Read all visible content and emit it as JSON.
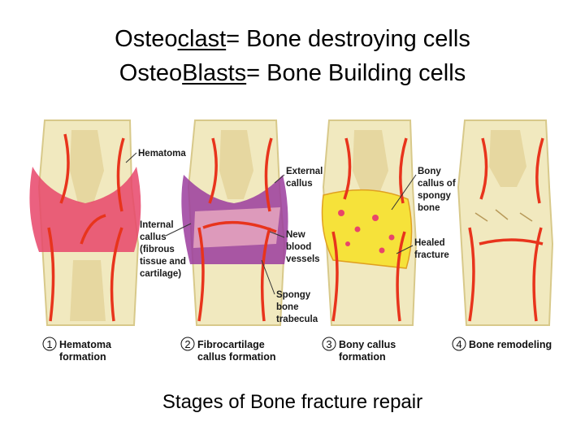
{
  "header": {
    "line1": {
      "a": "Osteo",
      "b": "clast",
      "c": "= Bone destroying cells"
    },
    "line2": {
      "a": "Osteo",
      "b": "Blasts",
      "c": "= Bone Building cells"
    }
  },
  "labels": {
    "hematoma": "Hematoma",
    "external_callus": [
      "External",
      "callus"
    ],
    "internal_callus": [
      "Internal",
      "callus",
      "(fibrous",
      "tissue and",
      "cartilage)"
    ],
    "new_vessels": [
      "New",
      "blood",
      "vessels"
    ],
    "spongy_trabecula": [
      "Spongy",
      "bone",
      "trabecula"
    ],
    "bony_callus_spongy": [
      "Bony",
      "callus of",
      "spongy",
      "bone"
    ],
    "healed_fracture": [
      "Healed",
      "fracture"
    ]
  },
  "stages": [
    {
      "num": "1",
      "lines": [
        "Hematoma",
        "formation"
      ]
    },
    {
      "num": "2",
      "lines": [
        "Fibrocartilage",
        "callus formation"
      ]
    },
    {
      "num": "3",
      "lines": [
        "Bony callus",
        "formation"
      ]
    },
    {
      "num": "4",
      "lines": [
        "Bone remodeling"
      ]
    }
  ],
  "caption": "Stages of Bone fracture repair",
  "colors": {
    "bone": "#f1e9bf",
    "bone_edge": "#d8c98a",
    "marrow": "#e6d7a0",
    "hematoma": "#e8456a",
    "fibro": "#9b3c9e",
    "callus": "#f6e23a",
    "vessel": "#e8341c"
  }
}
